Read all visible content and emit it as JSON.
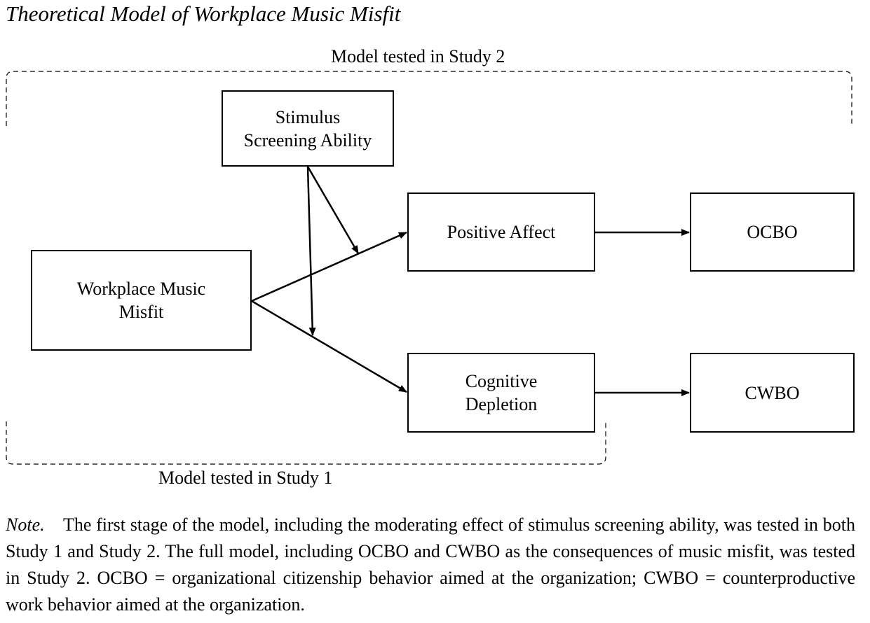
{
  "title": "Theoretical Model of Workplace Music Misfit",
  "groups": {
    "study2_label": "Model tested in Study 2",
    "study1_label": "Model tested in Study 1"
  },
  "nodes": {
    "stimulus_screening": [
      "Stimulus",
      "Screening Ability"
    ],
    "workplace_music_misfit": [
      "Workplace Music",
      "Misfit"
    ],
    "positive_affect": [
      "Positive Affect"
    ],
    "cognitive_depletion": [
      "Cognitive",
      "Depletion"
    ],
    "ocbo": [
      "OCBO"
    ],
    "cwbo": [
      "CWBO"
    ]
  },
  "note": {
    "label": "Note",
    "text": "The first stage of the model, including the moderating effect of stimulus screening ability, was tested in both Study 1 and Study 2. The full model, including OCBO and CWBO as the consequences of music misfit, was tested in Study 2. OCBO = organizational citizenship behavior aimed at the organization; CWBO = counterproductive work behavior aimed at the organization."
  }
}
